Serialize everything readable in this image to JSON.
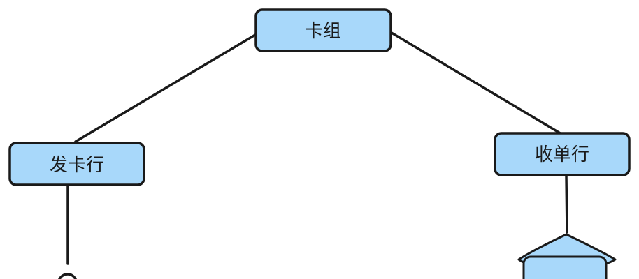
{
  "nodes": {
    "card_network": {
      "label": "卡组"
    },
    "issuer": {
      "label": "发卡行"
    },
    "acquirer": {
      "label": "收单行"
    }
  },
  "colors": {
    "node_fill": "#a8d8fa",
    "stroke": "#1a1a1a",
    "background": "#ffffff"
  },
  "icons": [
    "house-icon",
    "person-icon"
  ]
}
